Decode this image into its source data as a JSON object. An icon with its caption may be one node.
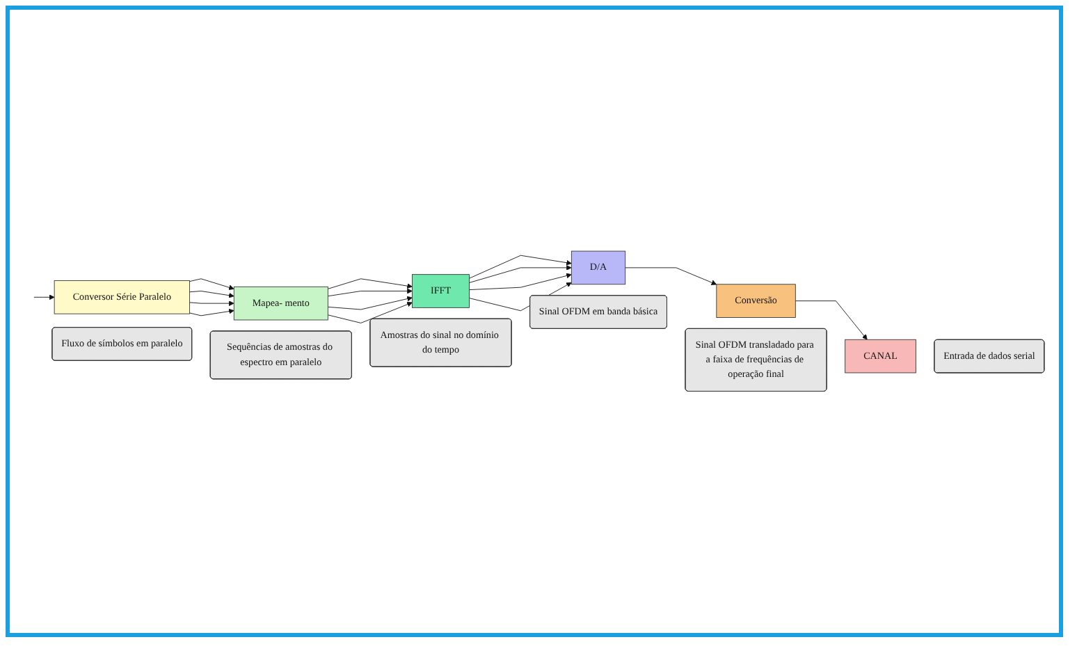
{
  "diagram": {
    "nodes": [
      {
        "text": [
          "Fluxo de símbolos em paralelo"
        ]
      },
      {
        "text": [
          "Amostras do sinal no domínio do tempo"
        ]
      },
      {
        "text": [
          "Sinal OFDM em banda básica"
        ]
      },
      {
        "text": [
          "Conversor Série Paralelo"
        ]
      },
      {
        "text": [
          "Mapea- mento"
        ]
      },
      {
        "text": [
          "IFFT"
        ]
      },
      {
        "text": [
          "D/A"
        ]
      },
      {
        "text": [
          "Conversão"
        ]
      },
      {
        "text": [
          "Entrada de dados serial"
        ]
      },
      {
        "text": [
          "Sequências de amostras do espectro em paralelo"
        ]
      },
      {
        "text": [
          "Sinal OFDM transladado para a faixa de frequências de operação final"
        ]
      },
      {
        "text": [
          "CANAL"
        ]
      }
    ],
    "edges": [
      {
        "from": null,
        "to": 3,
        "arrow": "to"
      },
      {
        "from": 3,
        "to": 4,
        "arrow": "to"
      },
      {
        "from": 3,
        "to": 4,
        "arrow": "to"
      },
      {
        "from": 3,
        "to": 4,
        "arrow": "to"
      },
      {
        "from": 3,
        "to": 4,
        "arrow": "to"
      },
      {
        "from": 4,
        "to": 5,
        "arrow": "to"
      },
      {
        "from": 4,
        "to": 5,
        "arrow": "to"
      },
      {
        "from": 4,
        "to": 5,
        "arrow": "to"
      },
      {
        "from": 4,
        "to": 5,
        "arrow": "to"
      },
      {
        "from": 5,
        "to": 6,
        "arrow": "to"
      },
      {
        "from": 5,
        "to": 6,
        "arrow": "to"
      },
      {
        "from": 5,
        "to": 6,
        "arrow": "to"
      },
      {
        "from": 5,
        "to": 6,
        "arrow": "to"
      },
      {
        "from": 6,
        "to": 7,
        "arrow": "to"
      },
      {
        "from": 7,
        "to": 11,
        "arrow": "to"
      }
    ]
  }
}
